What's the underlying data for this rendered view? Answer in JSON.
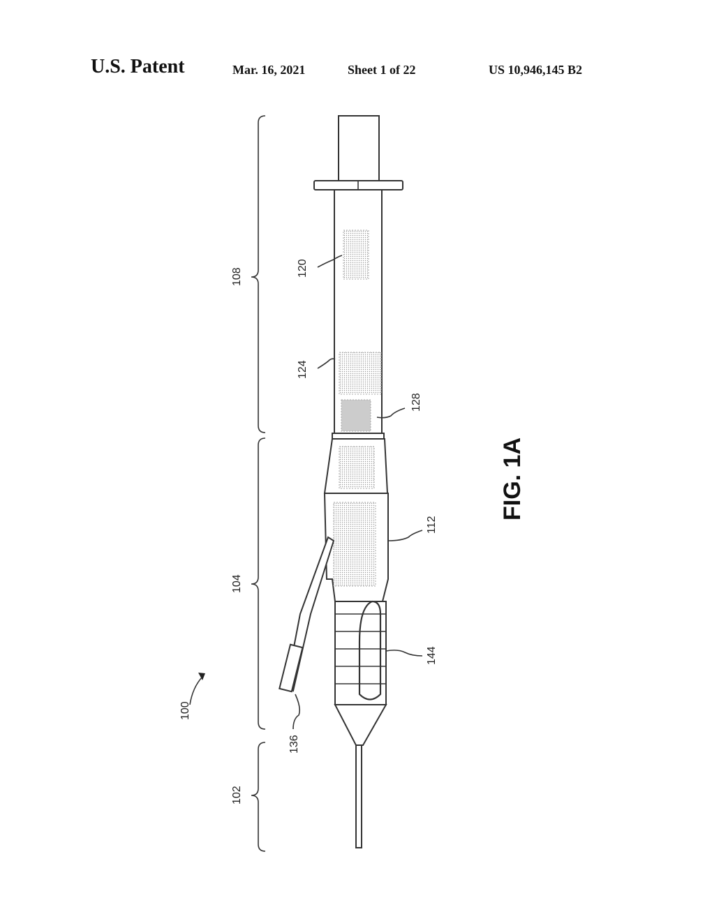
{
  "header": {
    "title": "U.S. Patent",
    "date": "Mar. 16, 2021",
    "sheet": "Sheet 1 of 22",
    "patent_number": "US 10,946,145 B2"
  },
  "figure": {
    "caption": "FIG. 1A",
    "reference_numerals": {
      "device": "100",
      "distal_section": "102",
      "middle_section": "104",
      "proximal_section": "108",
      "housing": "112",
      "plunger_element": "120",
      "barrel": "124",
      "stopper": "128",
      "lever": "136",
      "cord": "144"
    }
  }
}
